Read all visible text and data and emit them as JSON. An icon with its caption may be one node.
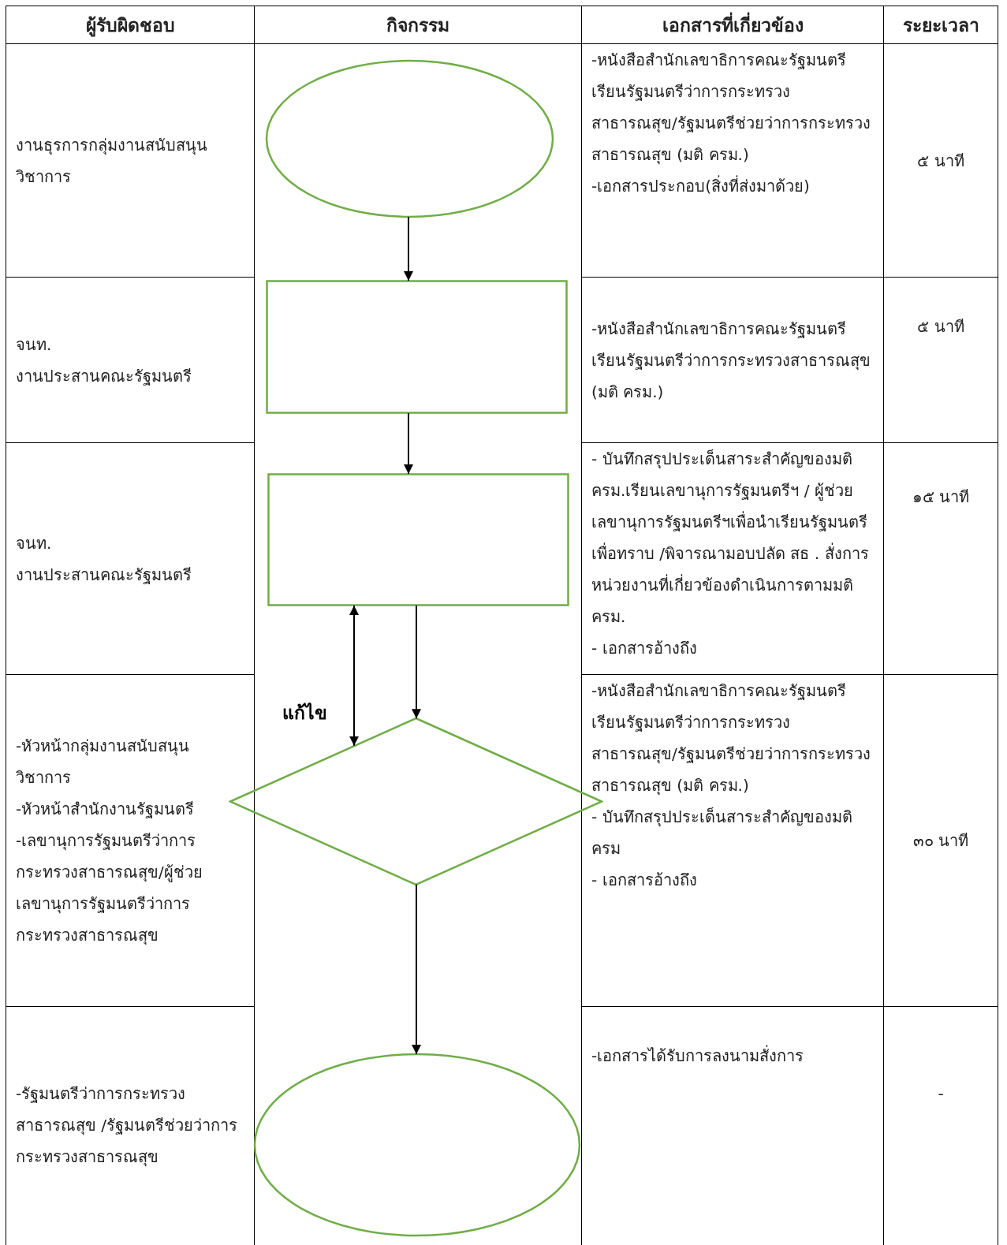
{
  "diagram": {
    "nodes": [
      {
        "text": [],
        "shape": "ellipse"
      },
      {
        "text": [],
        "shape": "box"
      },
      {
        "text": [],
        "shape": "box"
      },
      {
        "text": [],
        "shape": "diamond"
      },
      {
        "text": [],
        "shape": "ellipse"
      }
    ],
    "edges": [
      {
        "from": 0,
        "to": 1,
        "arrow": "to"
      },
      {
        "from": 1,
        "to": 2,
        "arrow": "to"
      },
      {
        "from": 2,
        "to": 3,
        "arrow": "to"
      },
      {
        "from": 3,
        "to": 2,
        "arrow": "both",
        "label": "แก้ไข"
      },
      {
        "from": 3,
        "to": 4,
        "arrow": "to"
      }
    ],
    "labels": [
      "ผู้รับผิดชอบ",
      "กิจกรรม",
      "เอกสารที่เกี่ยวข้อง",
      "ระยะเวลา",
      "งานธุรการกลุ่มงานสนับสนุนวิชาการ",
      "-หนังสือสำนักเลขาธิการคณะรัฐมนตรีเรียนรัฐมนตรีว่าการกระทรวงสาธารณสุข/รัฐมนตรีช่วยว่าการกระทรวงสาธารณสุข (มติ ครม.)",
      "-เอกสารประกอบ(สิ่งที่ส่งมาด้วย)",
      "๕ นาที",
      "จนท.",
      "งานประสานคณะรัฐมนตรี",
      "-หนังสือสำนักเลขาธิการคณะรัฐมนตรีเรียนรัฐมนตรีว่าการกระทรวงสาธารณสุข (มติ ครม.)",
      "๕ นาที",
      "จนท.",
      "งานประสานคณะรัฐมนตรี",
      "- บันทึกสรุปประเด็นสาระสำคัญของมติ ครม.เรียนเลขานุการรัฐมนตรีฯ / ผู้ช่วยเลขานุการรัฐมนตรีฯเพื่อนำเรียนรัฐมนตรีเพื่อทราบ /พิจารณามอบปลัด สธ . สั่งการหน่วยงานที่เกี่ยวข้องดำเนินการตามมติ ครม.",
      "- เอกสารอ้างถึง",
      "๑๕ นาที",
      "-หัวหน้ากลุ่มงานสนับสนุนวิชาการ",
      "-หัวหน้าสำนักงานรัฐมนตรี",
      "-เลขานุการรัฐมนตรีว่าการกระทรวงสาธารณสุข/ผู้ช่วยเลขานุการรัฐมนตรีว่าการกระทรวงสาธารณสุข",
      "-หนังสือสำนักเลขาธิการคณะรัฐมนตรีเรียนรัฐมนตรีว่าการกระทรวงสาธารณสุข/รัฐมนตรีช่วยว่าการกระทรวงสาธารณสุข (มติ ครม.)",
      "- บันทึกสรุปประเด็นสาระสำคัญของมติ ครม",
      "- เอกสารอ้างถึง",
      "๓๐ นาที",
      "-รัฐมนตรีว่าการกระทรวงสาธารณสุข /รัฐมนตรีช่วยว่าการกระทรวงสาธารณสุข",
      "-เอกสารได้รับการลงนามสั่งการ",
      "-"
    ]
  }
}
